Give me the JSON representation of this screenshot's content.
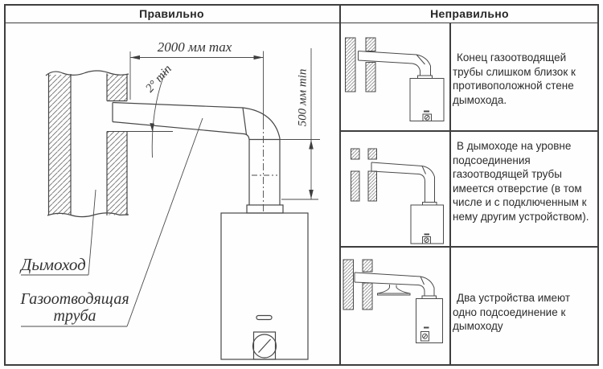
{
  "header": {
    "correct_label": "Правильно",
    "incorrect_label": "Неправильно"
  },
  "diagram": {
    "dim_width": "2000 мм max",
    "dim_angle": "2° min",
    "dim_height": "500 мм min",
    "chimney_label": "Дымоход",
    "pipe_label": "Газоотводящая труба"
  },
  "wrong_examples": [
    {
      "description": "Конец газоотводящей трубы слишком близок к противоположной стене дымохода."
    },
    {
      "description": "В дымоходе на уровне подсоединения газоотводящей трубы имеется отверстие (в том числе и с подключенным к нему другим устройством)."
    },
    {
      "description": "Два устройства имеют одно подсоединение к дымоходу"
    }
  ],
  "colors": {
    "line": "#474747",
    "border": "#3e3e3e",
    "text": "#2e2e2e",
    "background": "#ffffff"
  }
}
